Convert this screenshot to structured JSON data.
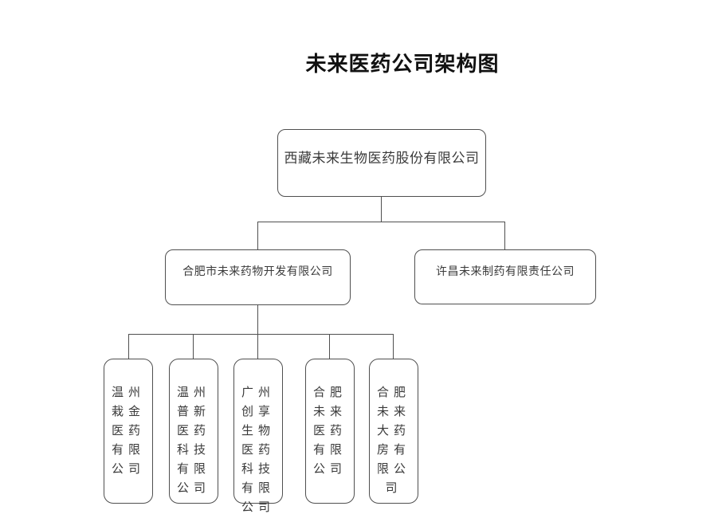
{
  "title": "未来医药公司架构图",
  "org_chart": {
    "root": {
      "name": "西藏未来生物医药股份有限公司"
    },
    "level2": [
      {
        "name": "合肥市未来药物开发有限公司"
      },
      {
        "name": "许昌未来制药有限责任公司"
      }
    ],
    "level3": [
      {
        "name": "温州栽金医药有限公司"
      },
      {
        "name": "温州普新医药科技有限公司"
      },
      {
        "name": "广州创享生物医药科技有限公司"
      },
      {
        "name": "合肥未来医药有限公司"
      },
      {
        "name": "合肥未来大药房有限公司"
      }
    ]
  },
  "colors": {
    "background": "#ffffff",
    "line": "#4f4f4f",
    "box_text": "#3a3a3a",
    "title_text": "#111111"
  }
}
